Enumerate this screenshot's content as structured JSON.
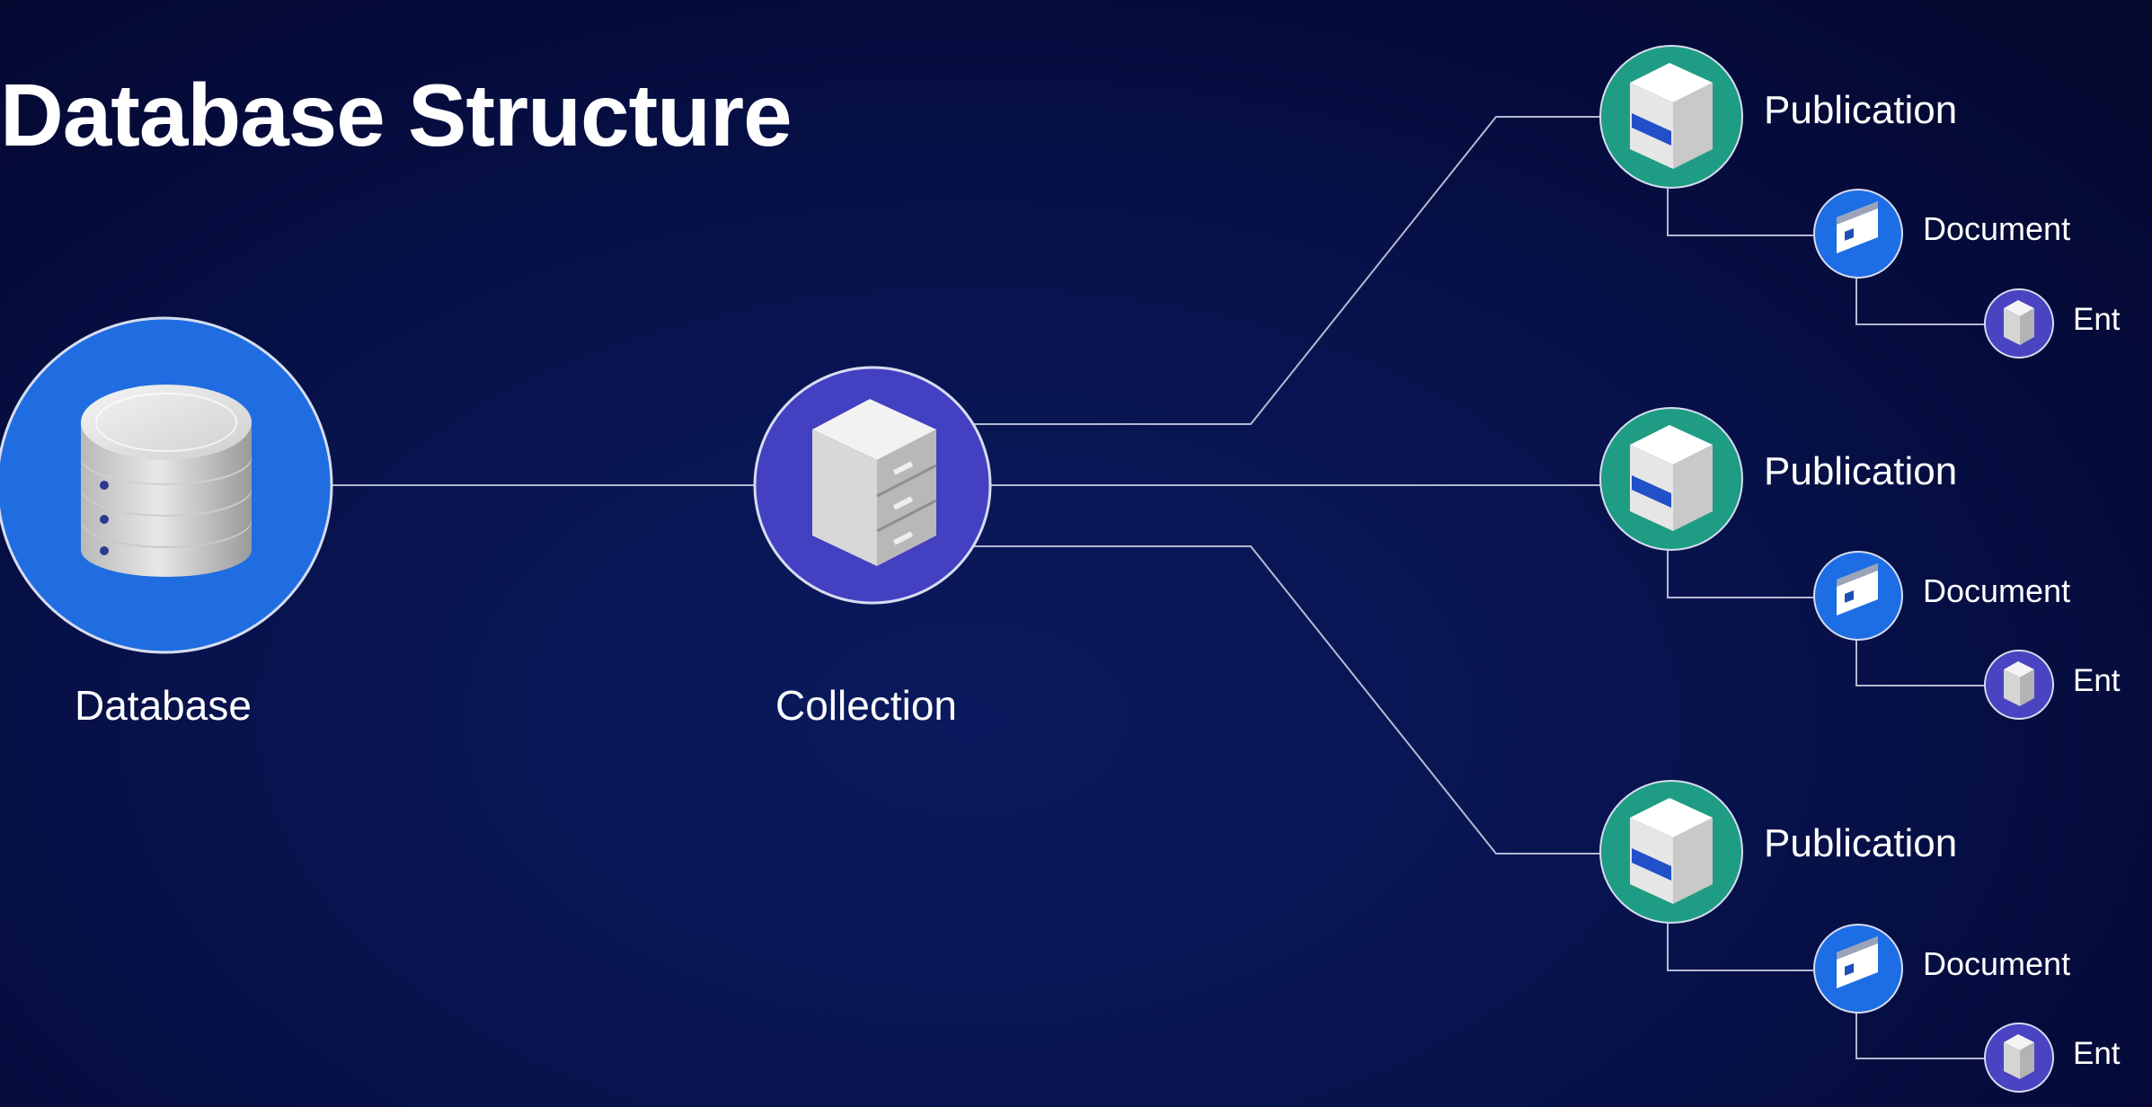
{
  "title": "Database Structure",
  "colors": {
    "background": "#060d45",
    "connector": "#c8cbe0",
    "database_circle": "#1f6de0",
    "collection_circle": "#4340c2",
    "publication_circle": "#1f9c84",
    "document_circle": "#1d6ee4",
    "entity_circle": "#4a43c2"
  },
  "nodes": {
    "database": {
      "label": "Database",
      "icon": "database-icon"
    },
    "collection": {
      "label": "Collection",
      "icon": "filing-cabinet-icon"
    },
    "branches": [
      {
        "publication": "Publication",
        "document": "Document",
        "entity": "Ent"
      },
      {
        "publication": "Publication",
        "document": "Document",
        "entity": "Ent"
      },
      {
        "publication": "Publication",
        "document": "Document",
        "entity": "Ent"
      }
    ]
  }
}
